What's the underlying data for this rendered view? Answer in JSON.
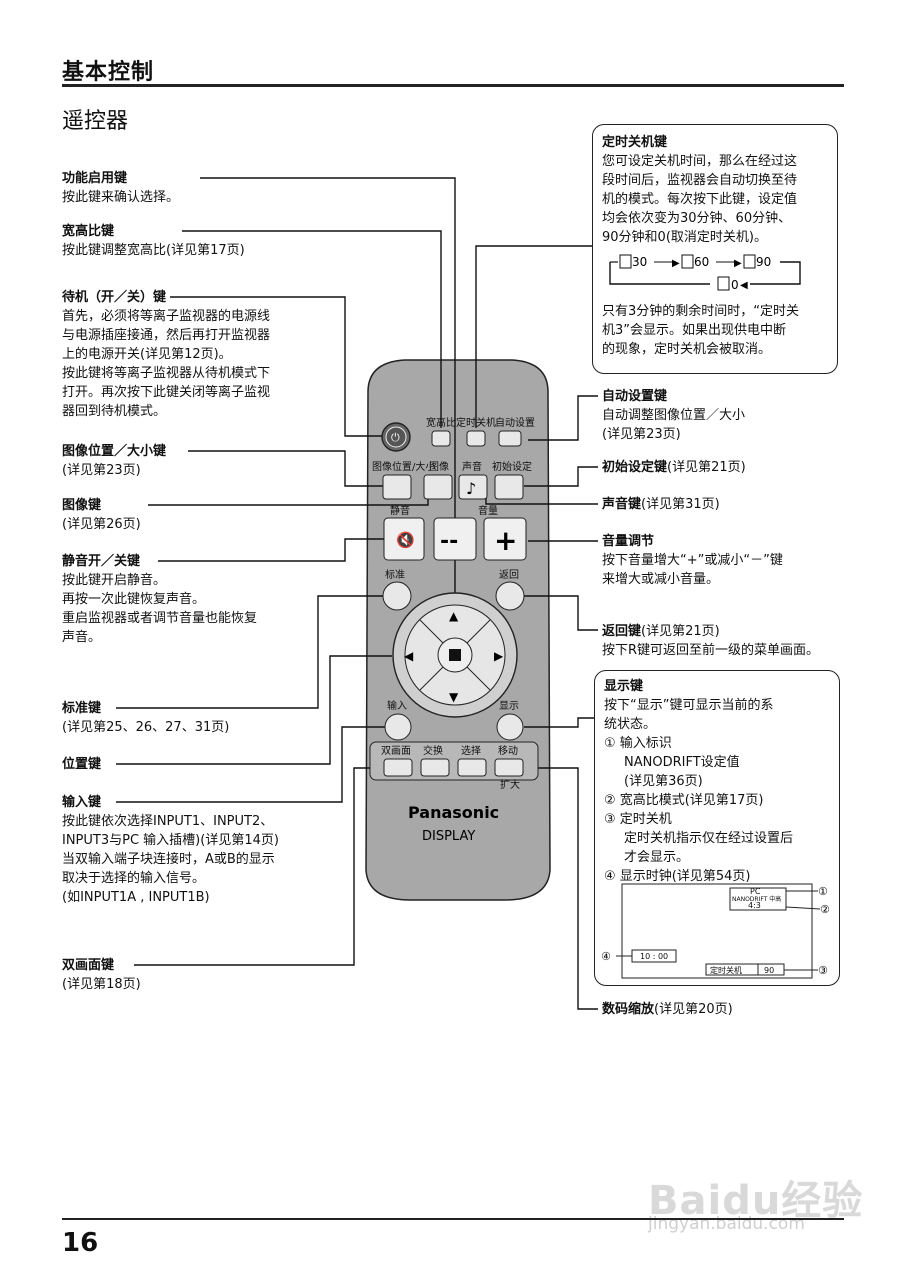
{
  "header": {
    "title": "基本控制",
    "subtitle": "遥控器",
    "page_number": "16"
  },
  "left_labels": [
    {
      "title": "功能启用键",
      "desc": [
        "按此键来确认选择。"
      ]
    },
    {
      "title": "宽高比键",
      "desc": [
        "按此键调整宽高比(详见第17页)"
      ]
    },
    {
      "title": "待机（开／关）键",
      "desc": [
        "首先，必须将等离子监视器的电源线",
        "与电源插座接通，然后再打开监视器",
        "上的电源开关(详见第12页)。",
        "按此键将等离子监视器从待机模式下",
        "打开。再次按下此键关闭等离子监视",
        "器回到待机模式。"
      ]
    },
    {
      "title": "图像位置／大小键",
      "desc": [
        "(详见第23页)"
      ]
    },
    {
      "title": "图像键",
      "desc": [
        "(详见第26页)"
      ]
    },
    {
      "title": "静音开／关键",
      "desc": [
        "按此键开启静音。",
        "再按一次此键恢复声音。",
        "重启监视器或者调节音量也能恢复",
        "声音。"
      ]
    },
    {
      "title": "标准键",
      "desc": [
        "(详见第25、26、27、31页)"
      ]
    },
    {
      "title": "位置键",
      "desc": []
    },
    {
      "title": "输入键",
      "desc": [
        "按此键依次选择INPUT1、INPUT2、",
        "INPUT3与PC 输入插槽)(详见第14页)",
        "当双输入端子块连接时，A或B的显示",
        "取决于选择的输入信号。",
        "(如INPUT1A , INPUT1B)"
      ]
    },
    {
      "title": "双画面键",
      "desc": [
        "(详见第18页)"
      ]
    }
  ],
  "timer_box": {
    "title": "定时关机键",
    "desc": [
      "您可设定关机时间，那么在经过这",
      "段时间后，监视器会自动切换至待",
      "机的模式。每次按下此键，设定值",
      "均会依次变为30分钟、60分钟、",
      "90分钟和0(取消定时关机)。"
    ],
    "cycle": [
      "30",
      "60",
      "90",
      "0"
    ],
    "note": [
      "只有3分钟的剩余时间时，“定时关",
      "机3”会显示。如果出现供电中断",
      "的现象，定时关机会被取消。"
    ]
  },
  "right_labels": [
    {
      "title": "自动设置键",
      "rest": "",
      "desc": [
        "自动调整图像位置／大小",
        "(详见第23页)"
      ]
    },
    {
      "title": "初始设定键",
      "rest": "(详见第21页)",
      "desc": []
    },
    {
      "title": "声音键",
      "rest": "(详见第31页)",
      "desc": []
    },
    {
      "title": "音量调节",
      "rest": "",
      "desc": [
        "按下音量增大“+”或减小“－”键",
        "来增大或减小音量。"
      ]
    },
    {
      "title": "返回键",
      "rest": "(详见第21页)",
      "desc": [
        "按下R键可返回至前一级的菜单画面。"
      ]
    }
  ],
  "display_box": {
    "title": "显示键",
    "desc": [
      "按下“显示”键可显示当前的系",
      "统状态。"
    ],
    "items": [
      "① 输入标识",
      "NANODRIFT设定值",
      "(详见第36页)",
      "② 宽高比模式(详见第17页)",
      "③ 定时关机",
      "定时关机指示仅在经过设置后",
      "才会显示。",
      "④ 显示时钟(详见第54页)"
    ],
    "osd": {
      "input": "PC",
      "nanodrift": "NANODRIFT  中高",
      "aspect": "4:3",
      "clock": "10 : 00",
      "timer_label": "定时关机",
      "timer_value": "90",
      "markers": [
        "①",
        "②",
        "③",
        "④"
      ]
    }
  },
  "zoom_label": {
    "title": "数码缩放",
    "rest": "(详见第20页)"
  },
  "remote": {
    "brand": "Panasonic",
    "model": "DISPLAY",
    "btn_labels": {
      "aspect": "宽高比",
      "offtimer": "定时关机",
      "auto": "自动设置",
      "pos_size": "图像位置/大小",
      "picture": "图像",
      "sound": "声音",
      "setup": "初始设定",
      "mute": "静音",
      "volume": "音量",
      "normal": "标准",
      "return": "返回",
      "input": "输入",
      "display": "显示",
      "multi": "双画面",
      "swap": "交换",
      "select": "选择",
      "move": "移动",
      "zoom": "扩大"
    },
    "glyphs": {
      "minus": "--",
      "plus": "+",
      "note": "♪",
      "up": "▲",
      "down": "▼",
      "left": "◀",
      "right": "▶"
    }
  },
  "watermark": {
    "main": "Baidu经验",
    "sub": "jingyan.baidu.com"
  }
}
